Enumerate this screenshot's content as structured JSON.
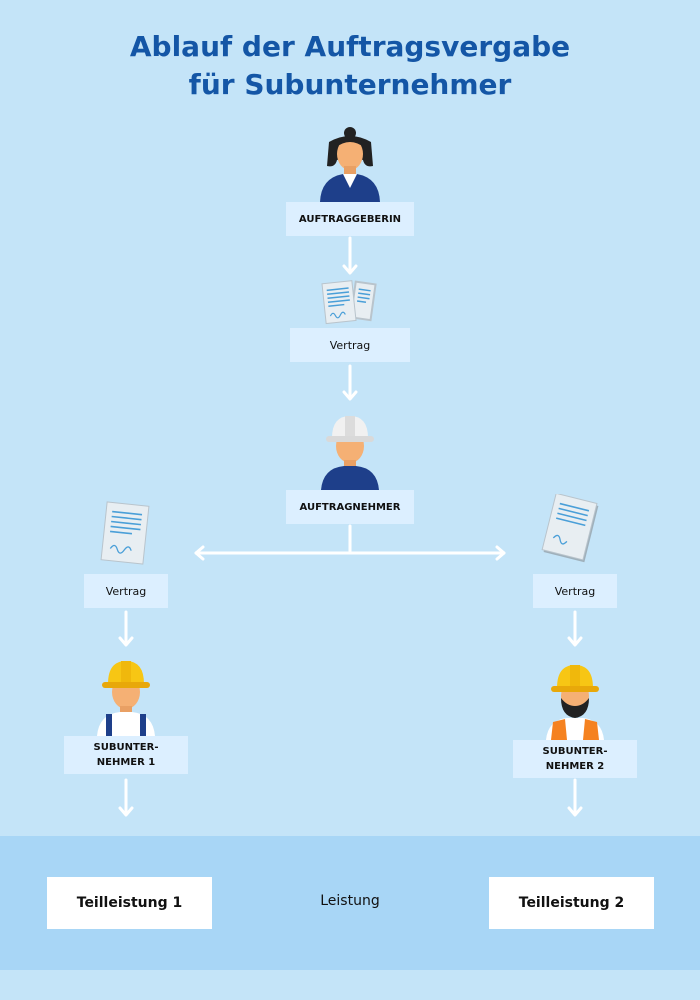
{
  "title": {
    "line1": "Ablauf der Auftragsvergabe",
    "line2": "für Subunternehmer"
  },
  "nodes": {
    "auftraggeberin": "AUFTRAGGEBERIN",
    "vertrag_main": "Vertrag",
    "auftragnehmer": "AUFTRAGNEHMER",
    "vertrag_left": "Vertrag",
    "vertrag_right": "Vertrag",
    "sub1_line1": "SUBUNTER-",
    "sub1_line2": "NEHMER 1",
    "sub2_line1": "SUBUNTER-",
    "sub2_line2": "NEHMER 2"
  },
  "bottom": {
    "teilleistung1": "Teilleistung 1",
    "leistung": "Leistung",
    "teilleistung2": "Teilleistung 2"
  },
  "icons": {
    "client": "businesswoman-icon",
    "contract_pair": "contract-documents-icon",
    "contractor": "white-hardhat-worker-icon",
    "contract_left": "signed-contract-icon",
    "contract_right": "signed-contract-icon",
    "sub1": "yellow-hardhat-worker-icon",
    "sub2": "bearded-yellow-hardhat-worker-icon"
  },
  "colors": {
    "background": "#c4e4f8",
    "title": "#1456a6",
    "box": "#dcefff",
    "band": "#a8d6f6",
    "arrow": "#ffffff"
  }
}
